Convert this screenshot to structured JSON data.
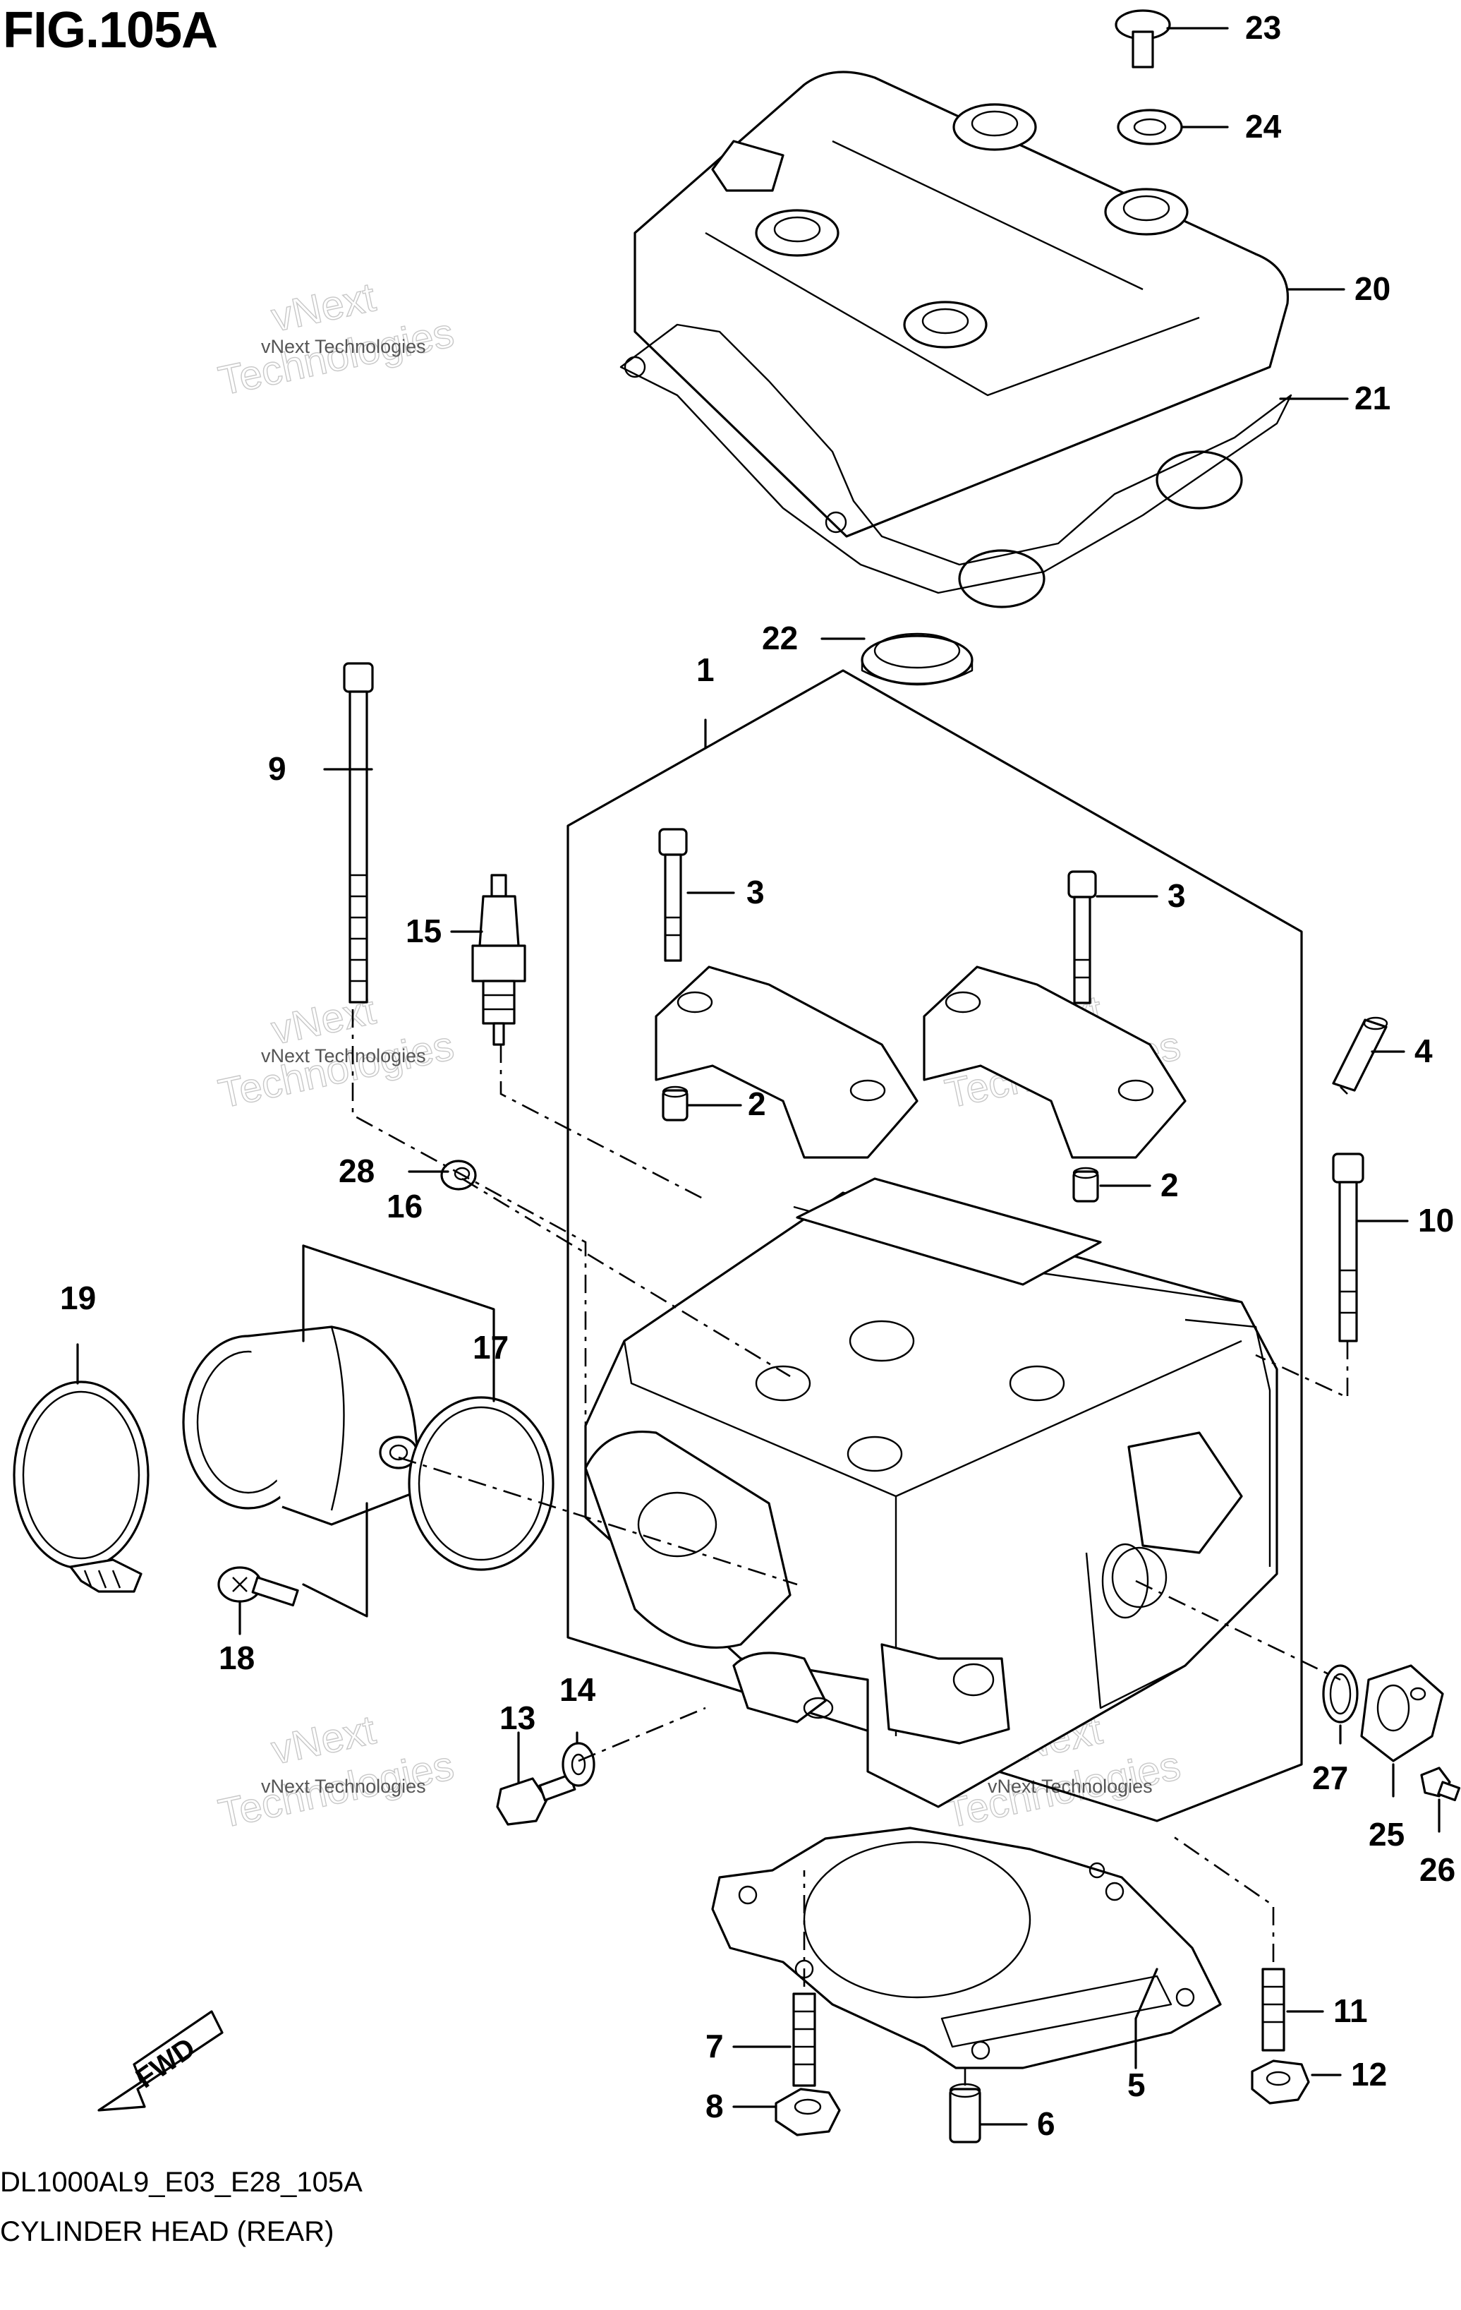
{
  "figure": {
    "title": "FIG.105A",
    "code": "DL1000AL9_E03_E28_105A",
    "name": "CYLINDER HEAD (REAR)"
  },
  "watermark": {
    "line1": "vNext",
    "line2": "Technologies",
    "small": "vNext Technologies"
  },
  "fwd_label": "FWD",
  "callouts": {
    "c1": "1",
    "c2a": "2",
    "c2b": "2",
    "c3a": "3",
    "c3b": "3",
    "c4": "4",
    "c5": "5",
    "c6": "6",
    "c7": "7",
    "c8": "8",
    "c9": "9",
    "c10": "10",
    "c11": "11",
    "c12": "12",
    "c13": "13",
    "c14": "14",
    "c15": "15",
    "c16": "16",
    "c17": "17",
    "c18": "18",
    "c19": "19",
    "c20": "20",
    "c21": "21",
    "c22": "22",
    "c23": "23",
    "c24": "24",
    "c25": "25",
    "c26": "26",
    "c27": "27",
    "c28": "28"
  }
}
